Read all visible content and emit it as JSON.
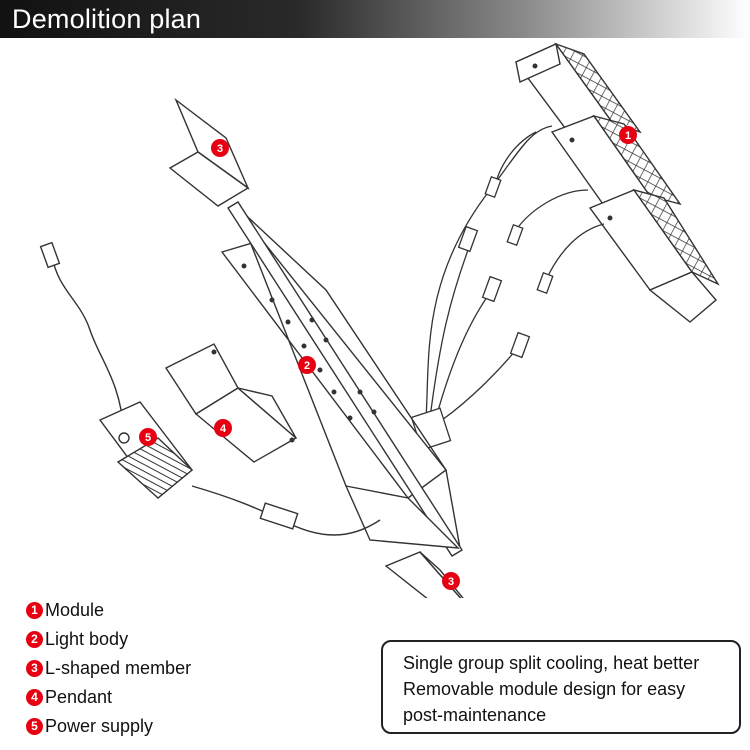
{
  "header": {
    "title": "Demolition plan"
  },
  "markers": [
    "1",
    "2",
    "3",
    "3",
    "4",
    "5"
  ],
  "legend": [
    {
      "num": "1",
      "label": "Module"
    },
    {
      "num": "2",
      "label": "Light body"
    },
    {
      "num": "3",
      "label": "L-shaped member"
    },
    {
      "num": "4",
      "label": "Pendant"
    },
    {
      "num": "5",
      "label": "Power supply"
    }
  ],
  "note": {
    "lines": [
      "Single group split cooling, heat better",
      "Removable module design for easy",
      "post-maintenance"
    ]
  },
  "colors": {
    "marker": "#e60012",
    "line": "#333333",
    "title_bar": "#111111"
  }
}
